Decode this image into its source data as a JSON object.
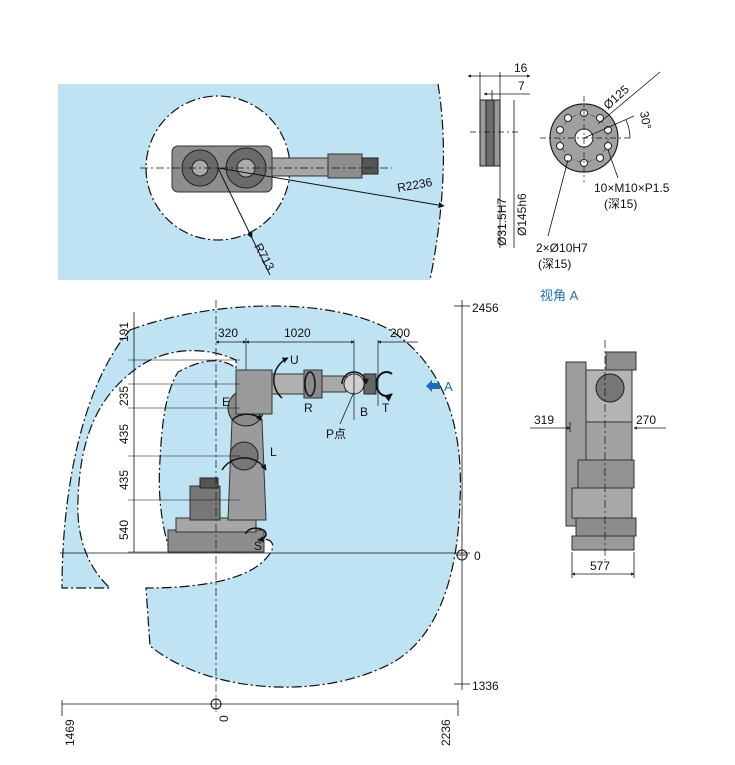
{
  "colors": {
    "envelope_fill": "#bfe3f2",
    "robot_gray": "#9a9a9a",
    "robot_dark": "#4a4a4a",
    "accent_blue": "#1c6fb8",
    "line": "#111111"
  },
  "top_view": {
    "outer_radius_label": "R2236",
    "inner_radius_label": "R713"
  },
  "flange_view": {
    "dim_16": "16",
    "dim_7": "7",
    "dim_bore": "Ø31.5H7",
    "dim_outer": "Ø145h6",
    "dim_pcd": "Ø125",
    "angle": "30°",
    "tap_holes": "10×M10×P1.5",
    "tap_depth": "(深15)",
    "pin_holes": "2×Ø10H7",
    "pin_depth": "(深15)",
    "view_label": "视角 A"
  },
  "side_view": {
    "dim_top": "2456",
    "dim_bottom": "1336",
    "dim_zero_right": "0",
    "dim_left": "1469",
    "dim_zero_bottom": "0",
    "dim_right": "2236",
    "dim_320": "320",
    "dim_1020": "1020",
    "dim_200": "200",
    "dim_191": "191",
    "dim_235": "235",
    "dim_435a": "435",
    "dim_435b": "435",
    "dim_540": "540",
    "axis_u": "U",
    "axis_e": "E",
    "axis_r": "R",
    "axis_b": "B",
    "axis_t": "T",
    "axis_l": "L",
    "axis_s": "S",
    "p_point": "P点",
    "arrow_a": "A"
  },
  "rear_view": {
    "dim_319": "319",
    "dim_270": "270",
    "dim_577": "577"
  }
}
